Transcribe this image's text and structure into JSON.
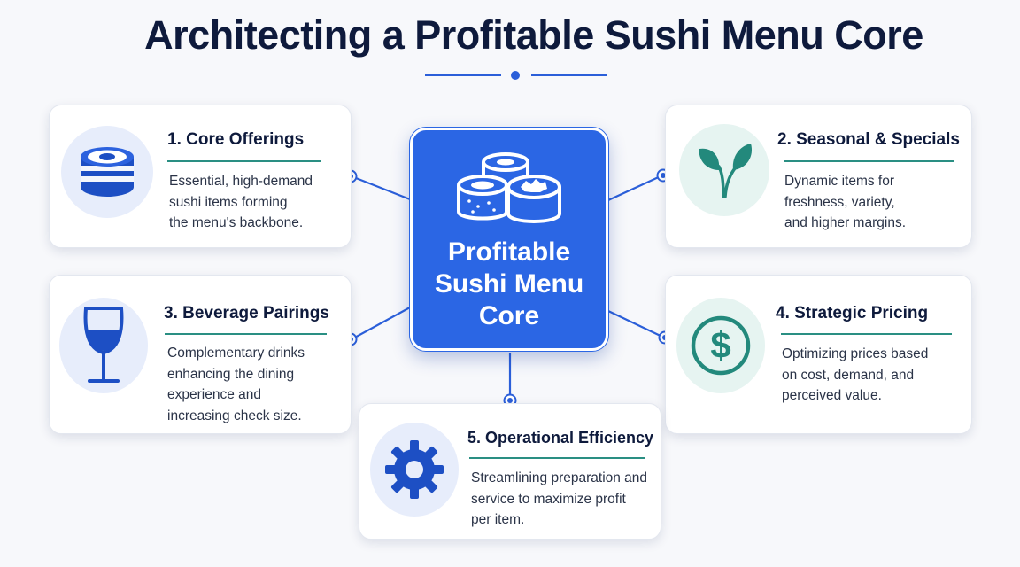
{
  "title": "Architecting a Profitable Sushi Menu Core",
  "center": {
    "lines": [
      "Profitable",
      "Sushi Menu",
      "Core"
    ],
    "icon": "sushi-rolls-icon"
  },
  "cards": [
    {
      "title": "1. Core Offerings",
      "desc": [
        "Essential, high-demand",
        "sushi items forming",
        "the menu's backbone."
      ],
      "icon": "sushi-roll-icon"
    },
    {
      "title": "2. Seasonal & Specials",
      "desc": [
        "Dynamic items for",
        "freshness, variety,",
        "and higher margins."
      ],
      "icon": "leaf-icon"
    },
    {
      "title": "3. Beverage Pairings",
      "desc": [
        "Complementary drinks",
        "enhancing the dining",
        "experience and",
        "increasing check size."
      ],
      "icon": "wine-glass-icon"
    },
    {
      "title": "4. Strategic Pricing",
      "desc": [
        "Optimizing prices based",
        "on cost, demand, and",
        "perceived value."
      ],
      "icon": "dollar-icon"
    },
    {
      "title": "5. Operational Efficiency",
      "desc": [
        "Streamlining preparation and",
        "service to maximize profit",
        "per item."
      ],
      "icon": "gear-icon"
    }
  ],
  "colors": {
    "primary_blue": "#2b66e4",
    "accent_teal": "#2a8f83",
    "title_navy": "#0e1a3c"
  }
}
